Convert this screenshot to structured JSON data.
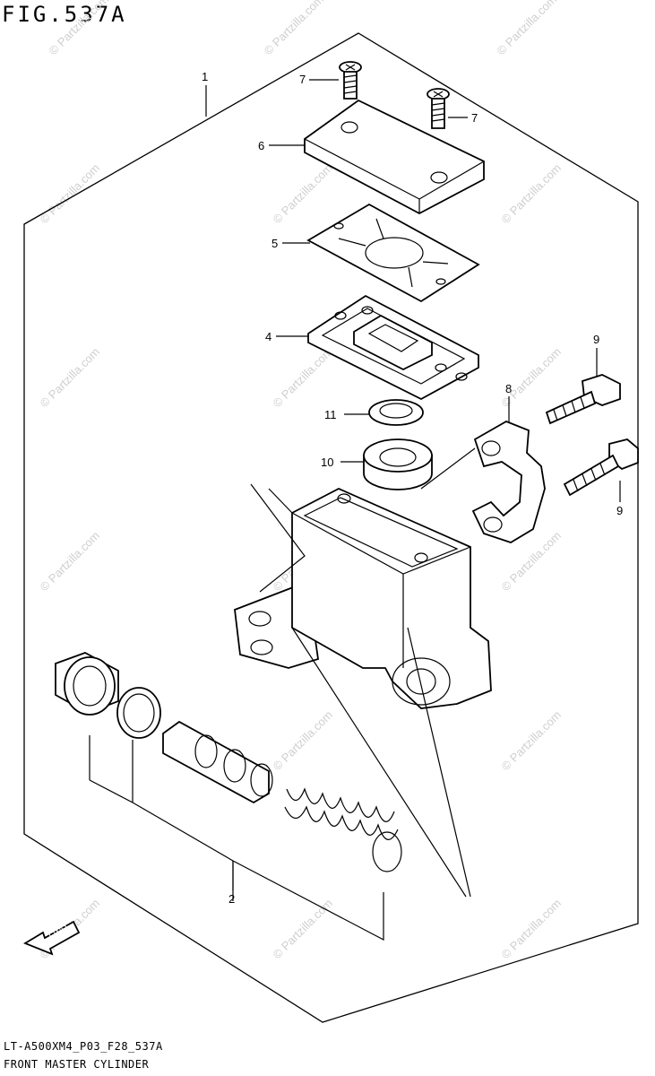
{
  "figure": {
    "title": "FIG.537A",
    "model_code": "LT-A500XM4_P03_F28_537A",
    "caption": "FRONT MASTER CYLINDER",
    "fwd_label": "FWD",
    "watermark": "© Partzilla.com"
  },
  "callouts": [
    "1",
    "2",
    "4",
    "5",
    "6",
    "7",
    "7",
    "8",
    "9",
    "9",
    "10",
    "11"
  ]
}
